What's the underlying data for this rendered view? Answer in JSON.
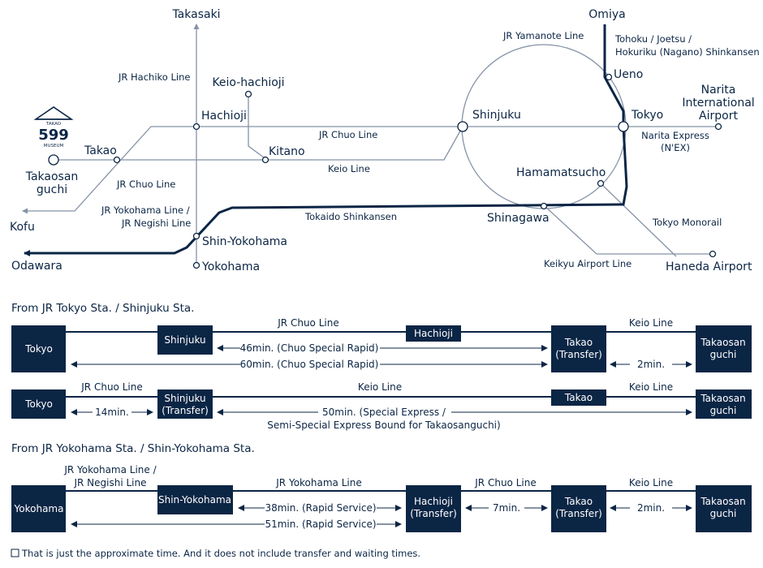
{
  "map": {
    "logo": {
      "top": "TAKAO",
      "number": "599",
      "bottom": "MUSEUM"
    },
    "stations": {
      "takasaki": "Takasaki",
      "omiya": "Omiya",
      "keio_hachioji": "Keio-hachioji",
      "hachioji": "Hachioji",
      "shinjuku": "Shinjuku",
      "tokyo": "Tokyo",
      "ueno": "Ueno",
      "narita": [
        "Narita",
        "International",
        "Airport"
      ],
      "takao": "Takao",
      "kitano": "Kitano",
      "takaosanguchi": [
        "Takaosan",
        "guchi"
      ],
      "kofu": "Kofu",
      "hamamatsucho": "Hamamatsucho",
      "shinagawa": "Shinagawa",
      "shin_yokohama": "Shin-Yokohama",
      "yokohama": "Yokohama",
      "odawara": "Odawara",
      "haneda": "Haneda Airport"
    },
    "lines": {
      "yamanote": "JR Yamanote Line",
      "tohoku": [
        "Tohoku / Joetsu /",
        "Hokuriku (Nagano) Shinkansen"
      ],
      "hachiko": "JR Hachiko Line",
      "chuo_top": "JR Chuo Line",
      "narita_express": [
        "Narita Express",
        "(N'EX)"
      ],
      "keio": "Keio Line",
      "chuo_left": "JR Chuo Line",
      "yokohama_negishi": [
        "JR Yokohama Line /",
        "JR Negishi Line"
      ],
      "tokaido": "Tokaido Shinkansen",
      "monorail": "Tokyo Monorail",
      "keikyu": "Keikyu Airport Line"
    }
  },
  "sections": [
    {
      "heading": "From JR Tokyo Sta. / Shinjuku Sta.",
      "rows": [
        {
          "boxes": {
            "b1": "Tokyo",
            "b2": "Shinjuku",
            "b3": "Hachioji",
            "b4": [
              "Takao",
              "(Transfer)"
            ],
            "b5": [
              "Takaosan",
              "guchi"
            ]
          },
          "line_labels": {
            "l1": "JR Chuo Line",
            "l2": "Keio Line"
          },
          "times": {
            "t1": "46min. (Chuo Special Rapid)",
            "t2": "60min. (Chuo Special Rapid)",
            "t3": "2min."
          }
        },
        {
          "boxes": {
            "b1": "Tokyo",
            "b2": [
              "Shinjuku",
              "(Transfer)"
            ],
            "b3": "Takao",
            "b4": [
              "Takaosan",
              "guchi"
            ]
          },
          "line_labels": {
            "l1": "JR Chuo Line",
            "l2": "Keio Line",
            "l3": "Keio Line"
          },
          "times": {
            "t1": "14min.",
            "t2": [
              "50min. (Special Express /",
              "Semi-Special Express Bound for Takaosanguchi)"
            ]
          }
        }
      ]
    },
    {
      "heading": "From JR Yokohama Sta. / Shin-Yokohama Sta.",
      "rows": [
        {
          "boxes": {
            "b1": "Yokohama",
            "b2": "Shin-Yokohama",
            "b3": [
              "Hachioji",
              "(Transfer)"
            ],
            "b4": [
              "Takao",
              "(Transfer)"
            ],
            "b5": [
              "Takaosan",
              "guchi"
            ]
          },
          "line_labels": {
            "l1": [
              "JR Yokohama Line /",
              "JR Negishi Line"
            ],
            "l2": "JR Yokohama Line",
            "l3": "JR Chuo Line",
            "l4": "Keio Line"
          },
          "times": {
            "t1": "38min. (Rapid Service)",
            "t2": "51min. (Rapid Service)",
            "t3": "7min.",
            "t4": "2min."
          }
        }
      ]
    }
  ],
  "note": "That is just the approximate time. And it does not include transfer and waiting times.",
  "colors": {
    "navy": "#0b2545",
    "thin_line": "#8592a6"
  }
}
